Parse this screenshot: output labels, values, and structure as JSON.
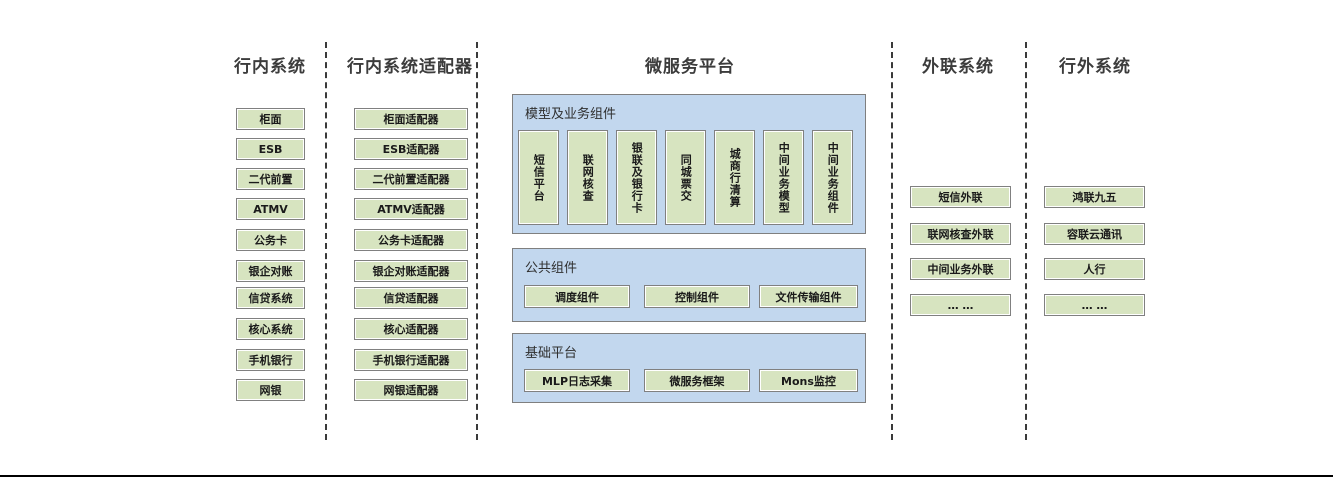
{
  "columns": [
    {
      "id": "intra-bank-systems",
      "header": "行内系统",
      "items": [
        "柜面",
        "ESB",
        "二代前置",
        "ATMV",
        "公务卡",
        "银企对账",
        "信贷系统",
        "核心系统",
        "手机银行",
        "网银"
      ]
    },
    {
      "id": "intra-bank-adapters",
      "header": "行内系统适配器",
      "items": [
        "柜面适配器",
        "ESB适配器",
        "二代前置适配器",
        "ATMV适配器",
        "公务卡适配器",
        "银企对账适配器",
        "信贷适配器",
        "核心适配器",
        "手机银行适配器",
        "网银适配器"
      ]
    },
    {
      "id": "microservice-platform",
      "header": "微服务平台",
      "panels": [
        {
          "id": "model-business-components",
          "title": "模型及业务组件",
          "items": [
            "短信平台",
            "联网核查",
            "银联及银行卡",
            "同城票交",
            "城商行清算",
            "中间业务模型",
            "中间业务组件"
          ]
        },
        {
          "id": "public-components",
          "title": "公共组件",
          "items": [
            "调度组件",
            "控制组件",
            "文件传输组件"
          ]
        },
        {
          "id": "base-platform",
          "title": "基础平台",
          "items": [
            "MLP日志采集",
            "微服务框架",
            "Mons监控"
          ]
        }
      ]
    },
    {
      "id": "external-liaison-systems",
      "header": "外联系统",
      "items": [
        "短信外联",
        "联网核查外联",
        "中间业务外联",
        "… …"
      ]
    },
    {
      "id": "outside-bank-systems",
      "header": "行外系统",
      "items": [
        "鸿联九五",
        "容联云通讯",
        "人行",
        "… …"
      ]
    }
  ],
  "colors": {
    "node_fill": "#d7e4c0",
    "node_border": "#808080",
    "panel_fill": "#c2d7ee",
    "panel_border": "#7f7f7f",
    "header_text": "#3c3c3c",
    "divider": "#3a3a3a"
  }
}
